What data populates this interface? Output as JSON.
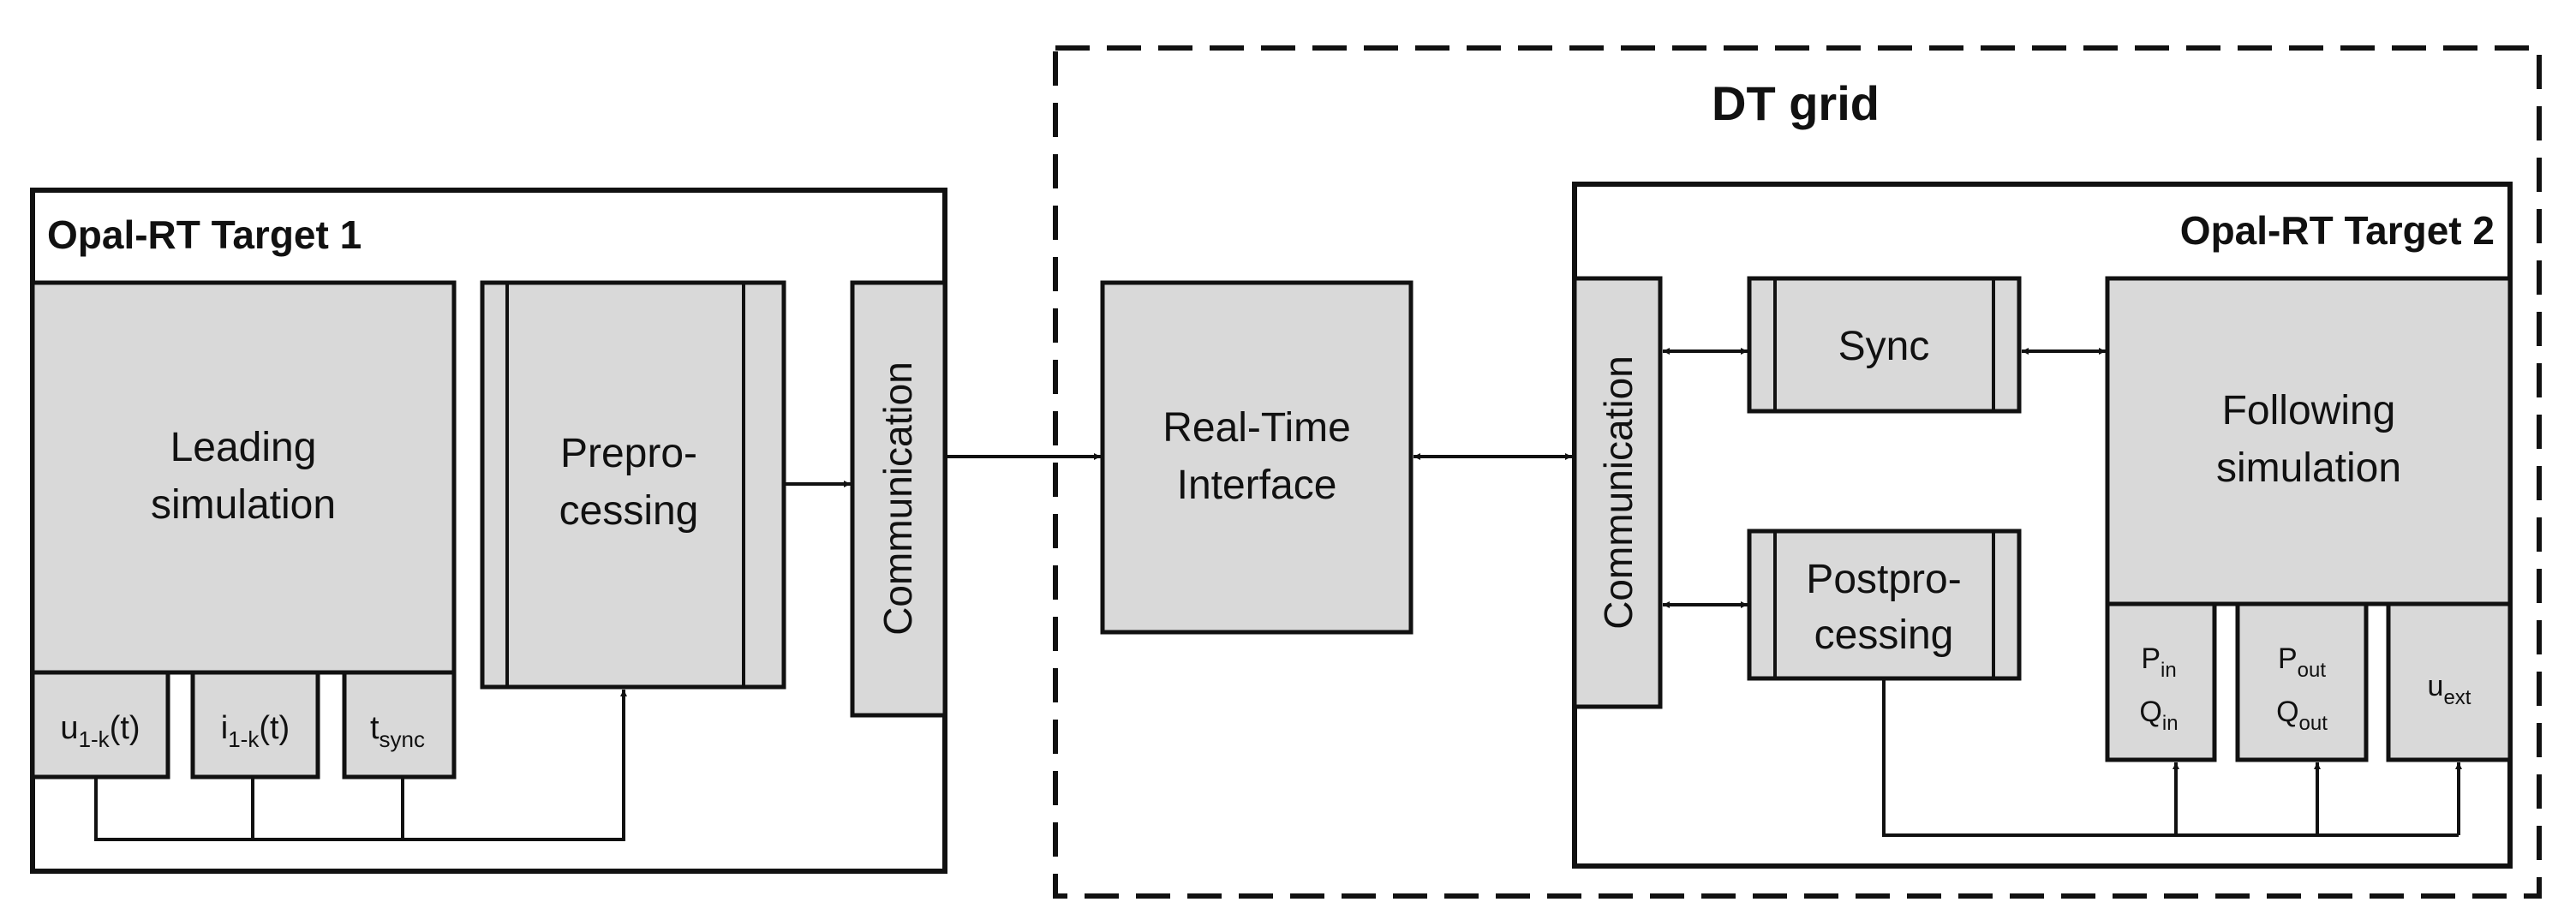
{
  "dt_grid": {
    "title": "DT grid"
  },
  "target1": {
    "title": "Opal-RT Target 1",
    "leading": [
      "Leading",
      "simulation"
    ],
    "u": {
      "base": "u",
      "sub": "1-k",
      "tail": "(t)"
    },
    "i": {
      "base": "i",
      "sub": "1-k",
      "tail": "(t)"
    },
    "t": {
      "base": "t",
      "sub": "sync"
    },
    "preprocessing": [
      "Prepro-",
      "cessing"
    ],
    "communication": "Communication"
  },
  "rti": [
    "Real-Time",
    "Interface"
  ],
  "target2": {
    "title": "Opal-RT Target 2",
    "communication": "Communication",
    "sync": "Sync",
    "postprocessing": [
      "Postpro-",
      "cessing"
    ],
    "following": [
      "Following",
      "simulation"
    ],
    "p_in": {
      "base": "P",
      "sub": "in"
    },
    "q_in": {
      "base": "Q",
      "sub": "in"
    },
    "p_out": {
      "base": "P",
      "sub": "out"
    },
    "q_out": {
      "base": "Q",
      "sub": "out"
    },
    "u_ext": {
      "base": "u",
      "sub": "ext"
    }
  }
}
